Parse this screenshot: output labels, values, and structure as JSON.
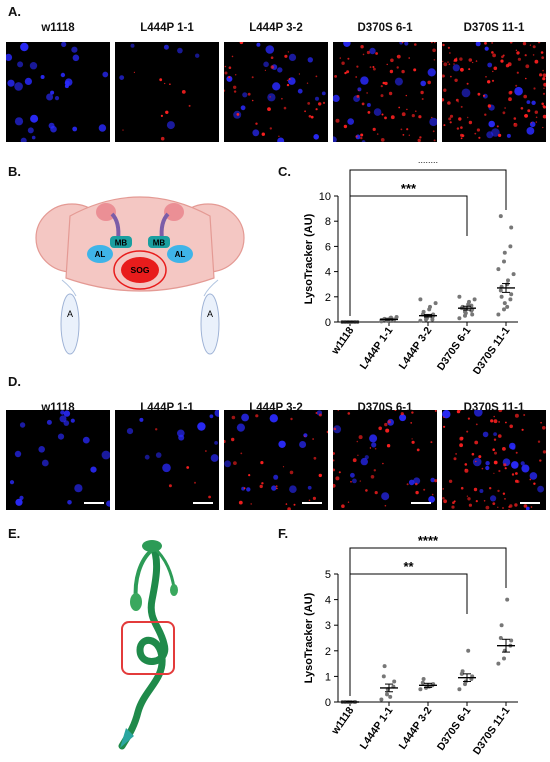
{
  "panels": {
    "A": "A.",
    "B": "B.",
    "C": "C.",
    "D": "D.",
    "E": "E.",
    "F": "F."
  },
  "genotypes": [
    "w1118",
    "L444P 1-1",
    "L444P 3-2",
    "D370S 6-1",
    "D370S 11-1"
  ],
  "colors": {
    "nuclei": "#2a2aff",
    "lysotracker": "#ff2020",
    "brain": "#f4c7c3",
    "sog": "#e81c1c",
    "al": "#3fb4e8",
    "mb": "#1a9fa0",
    "gut": "#1f8a4a"
  },
  "brain_labels": {
    "mb_left": "MB",
    "mb_right": "MB",
    "al_left": "AL",
    "al_right": "AL",
    "sog": "SOG",
    "a_left": "A",
    "a_right": "A"
  },
  "chart_data": [
    {
      "type": "scatter",
      "panel": "C",
      "ylabel": "LysoTracker (AU)",
      "categories": [
        "w1118",
        "L444P 1-1",
        "L444P 3-2",
        "D370S 6-1",
        "D370S 11-1"
      ],
      "means": [
        0.0,
        0.2,
        0.5,
        1.1,
        2.7
      ],
      "sems": [
        0.02,
        0.05,
        0.1,
        0.15,
        0.35
      ],
      "points": [
        [
          0,
          0,
          0,
          0,
          0,
          0,
          0,
          0,
          0,
          0,
          0,
          0
        ],
        [
          0.05,
          0.1,
          0.1,
          0.15,
          0.2,
          0.2,
          0.25,
          0.3,
          0.35,
          0.4,
          0.15,
          0.2,
          0.1
        ],
        [
          0.1,
          0.2,
          0.3,
          0.4,
          0.5,
          0.6,
          0.8,
          1.0,
          1.2,
          1.5,
          1.8,
          0.4,
          0.3,
          0.2,
          0.6
        ],
        [
          0.3,
          0.5,
          0.7,
          0.9,
          1.0,
          1.1,
          1.2,
          1.4,
          1.6,
          1.8,
          2.0,
          0.8,
          1.0,
          1.3,
          0.6
        ],
        [
          0.6,
          1.0,
          1.5,
          1.8,
          2.2,
          2.5,
          2.8,
          3.0,
          3.3,
          3.8,
          4.2,
          4.8,
          5.5,
          6.0,
          7.5,
          8.4,
          2.0,
          1.2
        ]
      ],
      "ylim": [
        0,
        10
      ],
      "yticks": [
        0,
        2,
        4,
        6,
        8,
        10
      ],
      "significance": [
        {
          "from": 0,
          "to": 3,
          "label": "***"
        },
        {
          "from": 0,
          "to": 4,
          "label": "****"
        }
      ]
    },
    {
      "type": "scatter",
      "panel": "F",
      "ylabel": "LysoTracker (AU)",
      "categories": [
        "w1118",
        "L444P 1-1",
        "L444P 3-2",
        "D370S 6-1",
        "D370S 11-1"
      ],
      "means": [
        0.0,
        0.55,
        0.65,
        0.95,
        2.2
      ],
      "sems": [
        0.02,
        0.15,
        0.08,
        0.15,
        0.25
      ],
      "points": [
        [
          0,
          0,
          0,
          0,
          0,
          0,
          0,
          0
        ],
        [
          0.1,
          0.3,
          0.5,
          0.6,
          0.8,
          1.0,
          1.4,
          0.2
        ],
        [
          0.5,
          0.55,
          0.6,
          0.65,
          0.7,
          0.75,
          0.9,
          0.6
        ],
        [
          0.5,
          0.7,
          0.8,
          0.9,
          1.0,
          1.1,
          1.2,
          2.0
        ],
        [
          1.5,
          1.7,
          2.0,
          2.2,
          2.4,
          2.5,
          3.0,
          4.0
        ]
      ],
      "ylim": [
        0,
        5
      ],
      "yticks": [
        0,
        1,
        2,
        3,
        4,
        5
      ],
      "significance": [
        {
          "from": 0,
          "to": 3,
          "label": "**"
        },
        {
          "from": 0,
          "to": 4,
          "label": "****"
        }
      ]
    }
  ]
}
